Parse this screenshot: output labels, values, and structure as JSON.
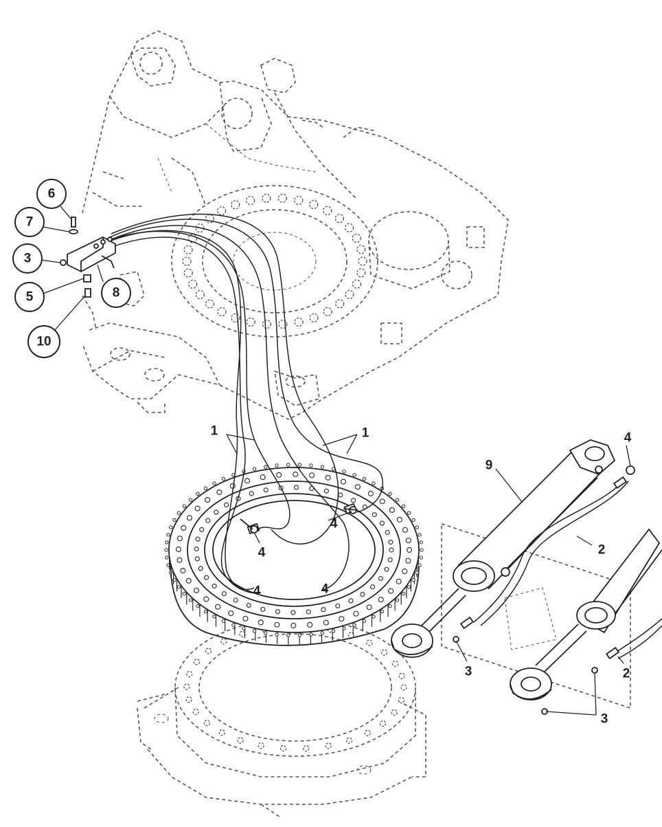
{
  "diagram": {
    "circled_callouts": [
      "6",
      "7",
      "3",
      "5",
      "8",
      "10"
    ],
    "plain_labels": [
      "1",
      "1",
      "9",
      "4",
      "2",
      "4",
      "4",
      "4",
      "4",
      "3",
      "2",
      "3"
    ]
  }
}
